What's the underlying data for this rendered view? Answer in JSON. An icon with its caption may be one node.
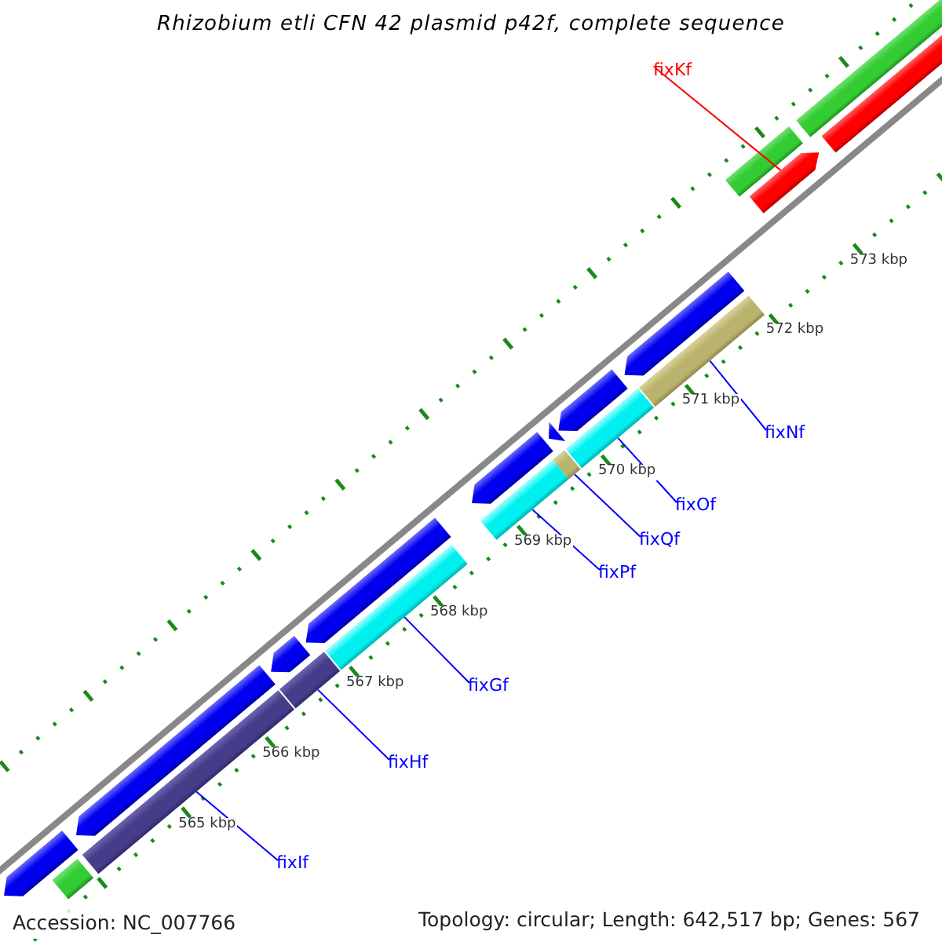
{
  "diagram": {
    "title": "Rhizobium etli CFN 42 plasmid p42f, complete sequence",
    "nodes": [
      {
        "text": [
          "fixKf"
        ]
      },
      {
        "text": [],
        "shape": "arrow"
      },
      {
        "text": [
          "fixNf"
        ]
      },
      {
        "text": [],
        "shape": "bar"
      },
      {
        "text": [
          "fixOf"
        ]
      },
      {
        "text": [],
        "shape": "bar"
      },
      {
        "text": [
          "fixQf"
        ]
      },
      {
        "text": [],
        "shape": "bar"
      },
      {
        "text": [
          "fixPf"
        ]
      },
      {
        "text": [],
        "shape": "bar"
      },
      {
        "text": [
          "fixGf"
        ]
      },
      {
        "text": [],
        "shape": "bar"
      },
      {
        "text": [
          "fixHf"
        ]
      },
      {
        "text": [],
        "shape": "bar"
      },
      {
        "text": [
          "fixIf"
        ]
      },
      {
        "text": [],
        "shape": "bar"
      },
      {
        "text": [],
        "shape": "bar"
      },
      {
        "text": [],
        "shape": "bar"
      },
      {
        "text": [],
        "shape": "bar"
      },
      {
        "text": [],
        "shape": "arrow"
      },
      {
        "text": [],
        "shape": "arrow"
      },
      {
        "text": [],
        "shape": "arrow"
      },
      {
        "text": [],
        "shape": "arrow"
      },
      {
        "text": [],
        "shape": "arrow"
      },
      {
        "text": [],
        "shape": "arrow"
      },
      {
        "text": [],
        "shape": "arrow"
      },
      {
        "text": [],
        "shape": "arrow"
      },
      {
        "text": [],
        "shape": "bar"
      }
    ],
    "edges": [
      {
        "from": 0,
        "to": 1,
        "arrow": "none",
        "color": "#ff0000"
      },
      {
        "from": 2,
        "to": 3,
        "arrow": "none"
      },
      {
        "from": 4,
        "to": 5,
        "arrow": "none"
      },
      {
        "from": 6,
        "to": 7,
        "arrow": "none"
      },
      {
        "from": 8,
        "to": 9,
        "arrow": "none"
      },
      {
        "from": 10,
        "to": 11,
        "arrow": "none"
      },
      {
        "from": 12,
        "to": 13,
        "arrow": "none"
      },
      {
        "from": 14,
        "to": 15,
        "arrow": "none"
      }
    ],
    "labels": [
      "573 kbp",
      "572 kbp",
      "571 kbp",
      "570 kbp",
      "569 kbp",
      "568 kbp",
      "567 kbp",
      "566 kbp",
      "565 kbp",
      "Accession: NC_007766",
      "Topology: circular; Length: 642,517 bp; Genes: 567"
    ]
  }
}
